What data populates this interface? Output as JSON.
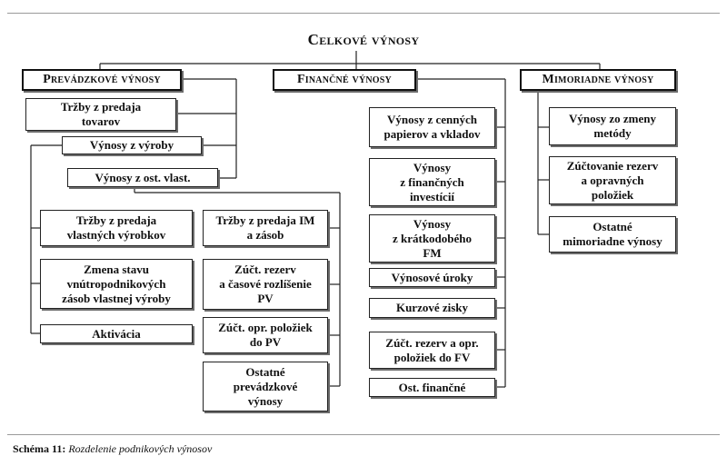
{
  "title": "Celkové výnosy",
  "categories": {
    "prevadzkove": "Prevádzkové výnosy",
    "financne": "Finančné výnosy",
    "mimoriadne": "Mimoriadne výnosy"
  },
  "prevadzkove": {
    "trzby_tovarov": "Tržby z predaja\ntovarov",
    "vynosy_z_vyroby": "Výnosy z výroby",
    "vynosy_ost_vlast": "Výnosy z ost. vlast.",
    "trzby_vyrobkov": "Tržby z predaja\nvlastných výrobkov",
    "zmena_stavu": "Zmena stavu\nvnútropodnikových\nzásob vlastnej výroby",
    "aktivacia": "Aktivácia",
    "trzby_im": "Tržby z predaja IM\na zásob",
    "zuct_rezerv": "Zúčt. rezerv\na časové rozlíšenie\nPV",
    "zuct_opr": "Zúčt. opr. položiek\ndo PV",
    "ostatne": "Ostatné\nprevádzkové\nvýnosy"
  },
  "financne": {
    "cenne_papiere": "Výnosy z  cenných\npapierov a vkladov",
    "fin_investicie": "Výnosy\nz finančných\ninvestícií",
    "kratkodobeho_fm": "Výnosy\nz krátkodobého\nFM",
    "urokove": "Výnosové úroky",
    "kurzove": "Kurzové zisky",
    "zuct_rezerv_fv": "Zúčt. rezerv a opr.\npoložiek do FV",
    "ost_financne": "Ost. finančné"
  },
  "mimoriadne": {
    "zmena_metody": "Výnosy zo zmeny\nmetódy",
    "zuctovanie_rezerv": "Zúčtovanie rezerv\na opravných\npoložiek",
    "ostatne_mimoriadne": "Ostatné\nmimoriadne výnosy"
  },
  "caption": {
    "label": "Schéma 11:",
    "text": "Rozdelenie podnikových výnosov"
  }
}
